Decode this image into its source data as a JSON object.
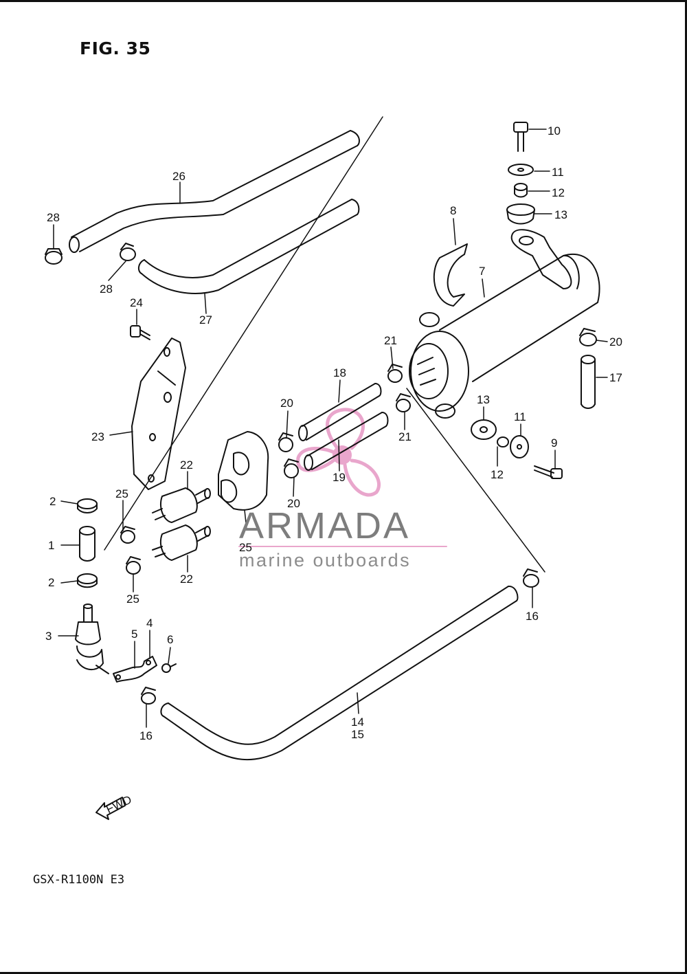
{
  "figure": {
    "title": "FIG. 35",
    "model": "GSX-R1100N E3"
  },
  "watermark": {
    "brand": "ARMADA",
    "tagline": "marine outboards",
    "accent_color": "#e9a6cc",
    "text_color": "#7d7d7d"
  },
  "direction_marker": {
    "label": "FWD",
    "icon": "arrow-left-icon"
  },
  "callouts": {
    "n1": "1",
    "n2a": "2",
    "n2b": "2",
    "n3": "3",
    "n4": "4",
    "n5": "5",
    "n6": "6",
    "n7": "7",
    "n8": "8",
    "n9": "9",
    "n10": "10",
    "n11a": "11",
    "n11b": "11",
    "n12a": "12",
    "n12b": "12",
    "n13a": "13",
    "n13b": "13",
    "n14": "14",
    "n15": "15",
    "n16a": "16",
    "n16b": "16",
    "n17": "17",
    "n18": "18",
    "n19": "19",
    "n20a": "20",
    "n20b": "20",
    "n20c": "20",
    "n21a": "21",
    "n21b": "21",
    "n22a": "22",
    "n22b": "22",
    "n23": "23",
    "n24": "24",
    "n25a": "25",
    "n25b": "25",
    "n25c": "25",
    "n26": "26",
    "n27": "27",
    "n28a": "28",
    "n28b": "28"
  }
}
